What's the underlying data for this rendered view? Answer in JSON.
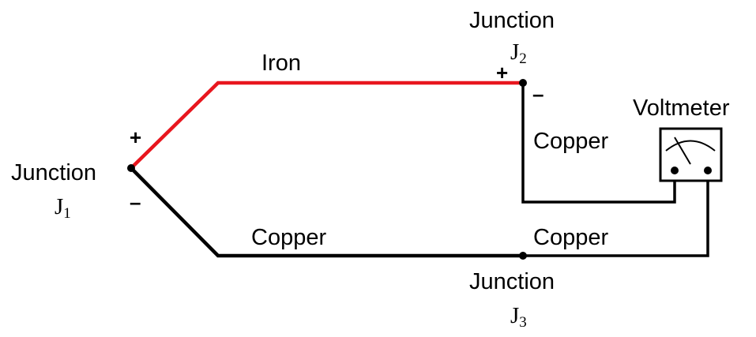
{
  "colors": {
    "iron_wire": "#e8161e",
    "copper_wire": "#000000"
  },
  "labels": {
    "iron": "Iron",
    "copper_lower": "Copper",
    "copper_right_upper": "Copper",
    "copper_right_lower": "Copper",
    "voltmeter": "Voltmeter"
  },
  "junctions": {
    "j1": {
      "word": "Junction",
      "letter": "J",
      "sub": "1"
    },
    "j2": {
      "word": "Junction",
      "letter": "J",
      "sub": "2"
    },
    "j3": {
      "word": "Junction",
      "letter": "J",
      "sub": "3"
    }
  },
  "signs": {
    "j1_plus": "+",
    "j1_minus": "–",
    "j2_plus": "+",
    "j2_minus": "–"
  }
}
